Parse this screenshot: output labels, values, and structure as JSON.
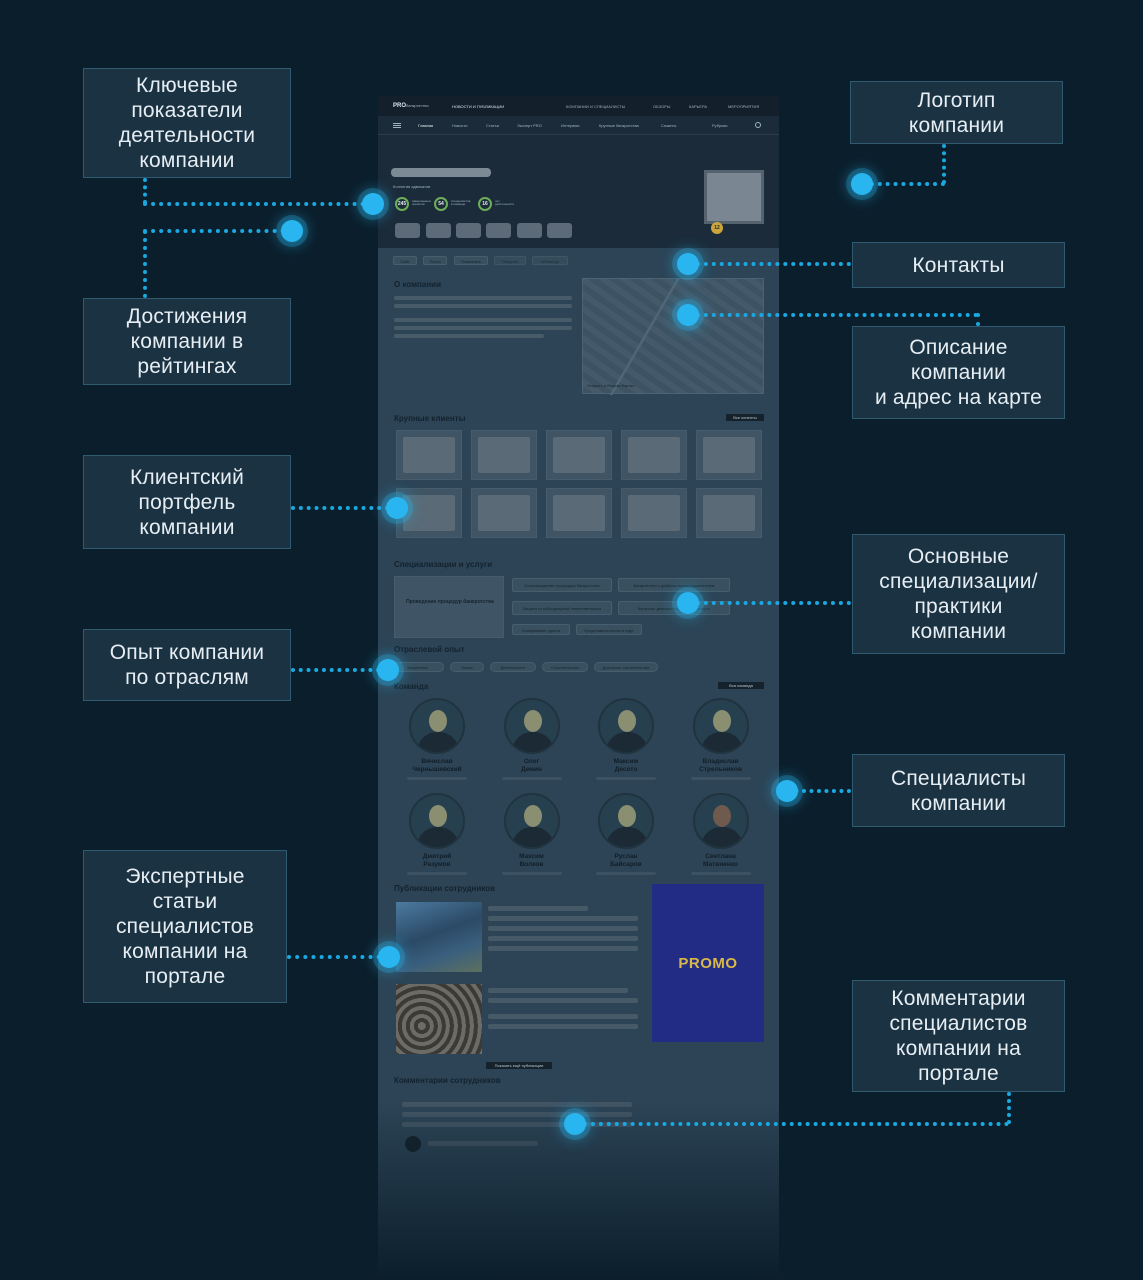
{
  "callouts": {
    "kpi": "Ключевые\nпоказатели\nдеятельности\nкомпании",
    "ratings": "Достижения\nкомпании в\nрейтингах",
    "clients": "Клиентский\nпортфель\nкомпании",
    "industry": "Опыт компании\nпо отраслям",
    "articles": "Экспертные\nстатьи\nспециалистов\nкомпании на\nпортале",
    "logo": "Логотип\nкомпании",
    "contacts": "Контакты",
    "description": "Описание\nкомпании\nи адрес на карте",
    "specializations": "Основные\nспециализации/\nпрактики\nкомпании",
    "specialists": "Специалисты\nкомпании",
    "comments": "Комментарии\nспециалистов\nкомпании на\nпортале"
  },
  "mock": {
    "logo": "PRO",
    "logo_suffix": "банкротство",
    "topbar": [
      "НОВОСТИ И ПУБЛИКАЦИИ",
      "КОМПАНИИ И СПЕЦИАЛИСТЫ",
      "ОБЗОРЫ",
      "КАРЬЕРА",
      "МЕРОПРИЯТИЯ"
    ],
    "nav": [
      "Главная",
      "Новости",
      "Статьи",
      "Эксперт PRO",
      "Интервью",
      "Крупные банкротства",
      "Сюжеты"
    ],
    "nav_extra": "Рубрики",
    "company_type": "Коллегия адвокатов",
    "kpis": [
      {
        "value": "245",
        "label": "завершенных проектов"
      },
      {
        "value": "54",
        "label": "специалистов в команде"
      },
      {
        "value": "16",
        "label": "лет деятельности"
      }
    ],
    "rating_value": "12",
    "contacts": [
      "Сайт",
      "Почта",
      "Позвонить",
      "Telegram",
      "WhatsApp"
    ],
    "about_title": "О компании",
    "map_link": "Открыть в Яндекс Картах",
    "clients_title": "Крупные клиенты",
    "clients_button": "Все клиенты",
    "spec_title": "Специализации и услуги",
    "spec_main": "Проведение процедур банкротства",
    "spec_items": [
      "Сопровождение процедуры банкротства",
      "Банкротство с добровольным управлением",
      "Защита от субсидиарной ответственности",
      "Контроль деятельности управляющего",
      "Оспаривание сделок",
      "Представительство в суде"
    ],
    "industry_title": "Отраслевой опыт",
    "industries": [
      "Энергетика",
      "Банки",
      "Девелопмент",
      "Строительство",
      "Дорожное строительство"
    ],
    "team_title": "Команда",
    "team_button": "Вся команда",
    "team": [
      "Вячеслав\nЧернышевский",
      "Олег\nДемин",
      "Максим\nДесото",
      "Владислав\nСтрельников",
      "Дмитрий\nРазумов",
      "Максим\nВолков",
      "Руслан\nБайсаров",
      "Светлана\nМатвиенко"
    ],
    "pubs_title": "Публикации сотрудников",
    "promo": "PROMO",
    "pubs_button": "Показать ещё публикации",
    "comments_title": "Комментарии сотрудников"
  }
}
